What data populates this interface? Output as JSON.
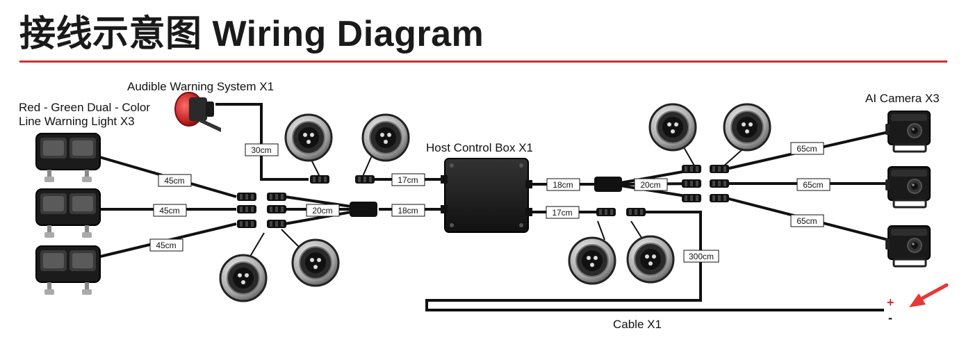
{
  "header": {
    "title": "接线示意图 Wiring Diagram",
    "rule_color": "#d32f2f"
  },
  "labels": {
    "audible": "Audible Warning System X1",
    "light_line1": "Red - Green Dual - Color",
    "light_line2": "Line Warning Light X3",
    "host": "Host Control Box X1",
    "camera": "AI Camera X3",
    "cable": "Cable X1"
  },
  "lengths": {
    "audible_30": "30cm",
    "light1_45": "45cm",
    "light2_45": "45cm",
    "light3_45": "45cm",
    "left_20": "20cm",
    "left_18": "18cm",
    "audible_17": "17cm",
    "right_18": "18cm",
    "right_20": "20cm",
    "cam1_65": "65cm",
    "cam2_65": "65cm",
    "cam3_65": "65cm",
    "right_17": "17cm",
    "cable_300": "300cm"
  },
  "polarity": {
    "plus": "+",
    "minus": "-"
  },
  "colors": {
    "accent": "#d32f2f",
    "plus": "#d32f2f",
    "wire": "#111111",
    "box": "#1c1c1c"
  },
  "icons": [
    "horn-icon",
    "warning-light-icon",
    "camera-icon",
    "connector-icon",
    "arrow-icon"
  ]
}
